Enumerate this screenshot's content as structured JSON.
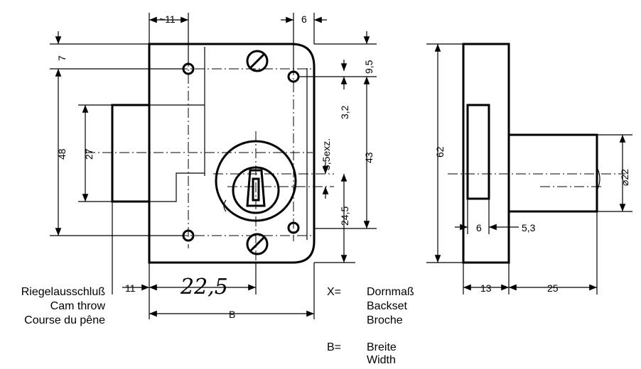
{
  "dimensions": {
    "d_11_top": "~11",
    "d_6_top": "6",
    "d_7": "7",
    "d_9_5": "9,5",
    "d_3_2": "3,2",
    "d_3_5exz": "3,5exz.",
    "d_43": "43",
    "d_24_5": "24,5",
    "d_48": "48",
    "d_27": "27",
    "d_11_bottom": "11",
    "d_22_5_hand": "22,5",
    "d_B": "B",
    "d_62": "62",
    "d_22_dia": "⌀22",
    "d_6_side": "6",
    "d_5_3": "5,3",
    "d_13": "13",
    "d_25": "25"
  },
  "legend": {
    "cam_throw_de": "Riegelausschluß",
    "cam_throw_en": "Cam throw",
    "cam_throw_fr": "Course du pêne",
    "x_symbol": "X=",
    "x_de": "Dornmaß",
    "x_en": "Backset",
    "x_fr": "Broche",
    "b_symbol": "B=",
    "b_de": "Breite",
    "b_en": "Width"
  }
}
